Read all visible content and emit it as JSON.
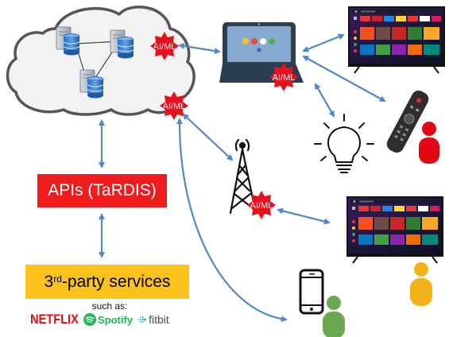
{
  "labels": {
    "ai_ml": "AI/ML",
    "apis": "APIs (TaRDIS)",
    "services_prefix": "3",
    "services_sup": "rd",
    "services_suffix": "-party services",
    "such_as": "such as:",
    "netflix": "NETFLIX",
    "spotify": "Spotify",
    "fitbit": "fitbit"
  },
  "colors": {
    "cloud_fill": "#f2f2f2",
    "cloud_stroke": "#555555",
    "arrow": "#4f88c6",
    "gear": "#e8101c",
    "api_box": "#ee1c1c",
    "services_box": "#fcc11a",
    "person_red": "#e30613",
    "person_yellow": "#f2b31a",
    "person_green": "#6aa84f"
  }
}
